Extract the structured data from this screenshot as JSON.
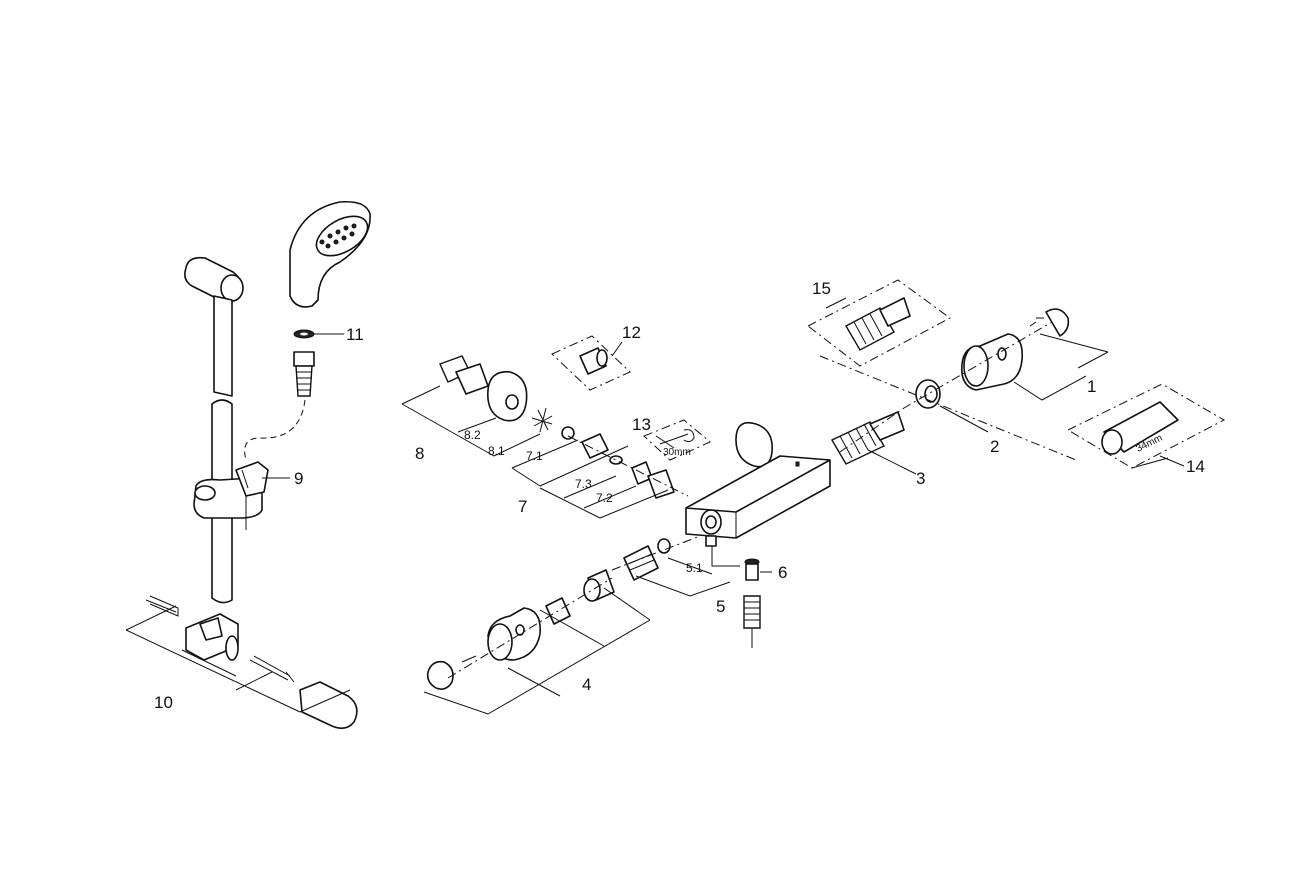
{
  "callouts": {
    "c1": "1",
    "c2": "2",
    "c3": "3",
    "c4": "4",
    "c5": "5",
    "c51": "5.1",
    "c6": "6",
    "c7": "7",
    "c71": "7.1",
    "c72": "7.2",
    "c73": "7.3",
    "c8": "8",
    "c81": "8.1",
    "c82": "8.2",
    "c9": "9",
    "c10": "10",
    "c11": "11",
    "c12": "12",
    "c13": "13",
    "c14": "14",
    "c15": "15"
  },
  "tool_labels": {
    "wrench_size": "30mm",
    "cartridge_size": "34mm"
  }
}
